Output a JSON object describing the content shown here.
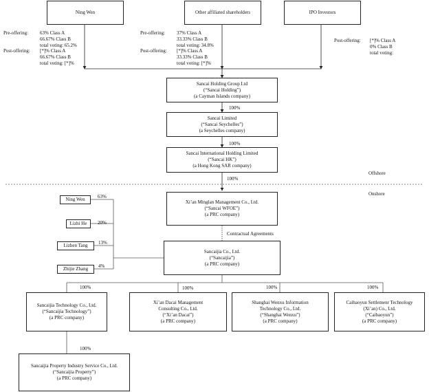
{
  "shareholders": {
    "ning_wen": "Ning Wen",
    "other": "Other affiliated shareholders",
    "ipo": "IPO Investors"
  },
  "ning_wen_detail": {
    "pre_label": "Pre-offering:",
    "pre": [
      "63% Class A",
      "66.67% Class B",
      "total voting: 65.2%"
    ],
    "post_label": "Post-offering:",
    "post": [
      "[*]% Class A",
      "66.67% Class B",
      "total voting: [*]%"
    ]
  },
  "other_detail": {
    "pre_label": "Pre-offering:",
    "pre": [
      "37% Class A",
      "33.33% Class B",
      "total voting: 34.8%"
    ],
    "post_label": "Post-offering:",
    "post": [
      "[*]% Class A",
      "33.33% Class B",
      "total voting: [*]%"
    ]
  },
  "ipo_detail": {
    "post_label": "Post-offering:",
    "post": [
      "[*]% Class A",
      "0% Class B",
      "total voting:"
    ]
  },
  "holding": [
    "Sancai Holding Group Ltd",
    "(“Sancai Holding”)",
    "(a Cayman Islands company)"
  ],
  "seychelles": [
    "Sancai Limited",
    "(“Sancai Seychelles”)",
    "(a Seychelles company)"
  ],
  "hk": [
    "Sancai International Holding Limited",
    "(“Sancai HK”)",
    "(a Hong Kong SAR company)"
  ],
  "wfoe": [
    "Xi’an Minglan Management Co., Ltd.",
    "(“Sancai WFOE”)",
    "(a PRC company)"
  ],
  "sancaijia": [
    "Sancaijia Co., Ltd.",
    "(“Sancaijia”)",
    "(a PRC company)"
  ],
  "percent_100": "100%",
  "offshore": "Offshore",
  "onshore": "Onshore",
  "contractual": "Contractual Agreements",
  "holders": [
    {
      "name": "Ning Wen",
      "pct": "63%"
    },
    {
      "name": "Lizhi He",
      "pct": "20%"
    },
    {
      "name": "Lizhen Tang",
      "pct": "13%"
    },
    {
      "name": "Zhijie Zhang",
      "pct": "4%"
    }
  ],
  "subsidiaries": [
    [
      "Sancaijia Technology Co., Ltd.",
      "(“Sancaijia Technology”)",
      "(a PRC company)"
    ],
    [
      "Xi’an Dacai Management",
      "Consulting Co., Ltd.",
      "(“Xi’an Dacai”)",
      "(a PRC company)"
    ],
    [
      "Shanghai Wenxu Information",
      "Technology Co., Ltd.",
      "(“Shanghai Wenxu”)",
      "(a PRC company)"
    ],
    [
      "Caibaoyun Settlemenr Technology",
      "(Xi’an) Co., Ltd.",
      "(“Caibaoyun”)",
      "(a PRC company)"
    ]
  ],
  "property": [
    "Sancaijia Property Industry Service Co., Ltd.",
    "(“Sancaijia Property”)",
    "(a PRC company)"
  ]
}
